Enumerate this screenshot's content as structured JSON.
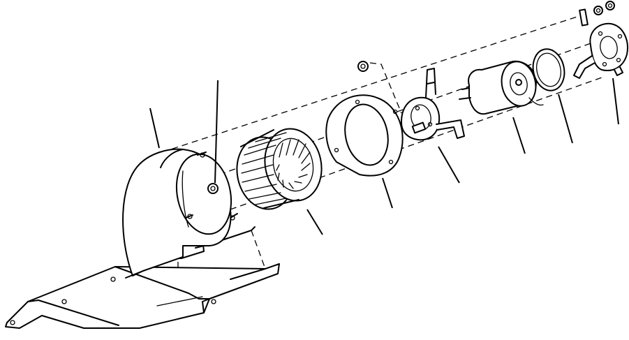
{
  "diagram": {
    "kind": "exploded-view",
    "parts": [
      "mounting-bracket",
      "blower-housing",
      "housing-nut",
      "blower-wheel",
      "mounting-gasket",
      "motor-mount-bracket",
      "blower-motor",
      "motor-seal",
      "end-plate-bracket",
      "nuts"
    ],
    "callouts": 8
  }
}
